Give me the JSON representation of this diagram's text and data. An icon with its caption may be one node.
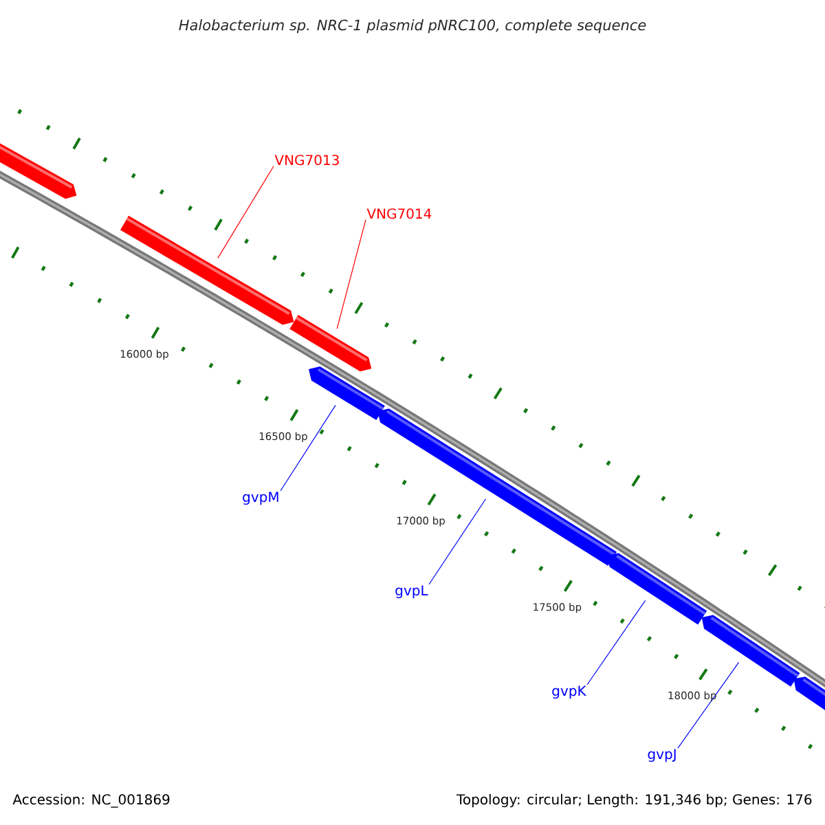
{
  "diagram": {
    "title": "Halobacterium sp. NRC-1 plasmid pNRC100, complete sequence",
    "nodes": [
      {
        "text": [],
        "shape": "bar"
      },
      {
        "text": [],
        "shape": "bar"
      },
      {
        "text": [],
        "shape": "bar"
      },
      {
        "text": [],
        "shape": "bar"
      },
      {
        "text": [],
        "shape": "bar"
      },
      {
        "text": [],
        "shape": "bar"
      },
      {
        "text": [],
        "shape": "bar"
      },
      {
        "text": [],
        "shape": "bar"
      },
      {
        "text": [
          "VNG7013"
        ]
      },
      {
        "text": [
          "VNG7014"
        ]
      },
      {
        "text": [
          "gvpM"
        ]
      },
      {
        "text": [
          "gvpL"
        ]
      },
      {
        "text": [
          "gvpK"
        ]
      },
      {
        "text": [
          "gvpJ"
        ]
      }
    ],
    "edges": [
      {
        "from": 8,
        "to": 1,
        "arrow": "none",
        "color": "#ff0000"
      },
      {
        "from": 9,
        "to": 2,
        "arrow": "none",
        "color": "#ff0000"
      },
      {
        "from": 10,
        "to": 3,
        "arrow": "none"
      },
      {
        "from": 11,
        "to": 4,
        "arrow": "none"
      },
      {
        "from": 12,
        "to": 5,
        "arrow": "none"
      },
      {
        "from": 13,
        "to": 6,
        "arrow": "none"
      }
    ],
    "labels": [
      "16000 bp",
      "16500 bp",
      "17000 bp",
      "17500 bp",
      "18000 bp",
      "Accession: NC_001869",
      "Topology: circular; Length: 191,346 bp; Genes: 176"
    ]
  }
}
